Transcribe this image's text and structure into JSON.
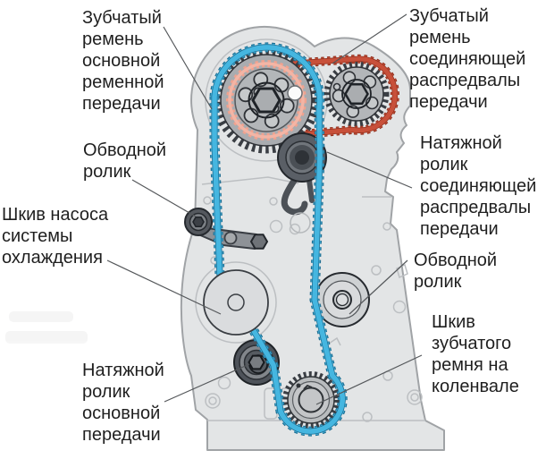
{
  "diagram": {
    "background": "#ffffff",
    "labels": [
      {
        "id": "main-belt",
        "text": "Зубчатый\nремень\nосновной\nременной\nпередачи"
      },
      {
        "id": "cam-belt",
        "text": "Зубчатый\nремень\nсоединяющей\nраспредвалы\nпередачи"
      },
      {
        "id": "idler-left",
        "text": "Обводной\nролик"
      },
      {
        "id": "water-pump",
        "text": "Шкив насоса\nсистемы\nохлаждения"
      },
      {
        "id": "cam-belt-tensioner",
        "text": "Натяжной\nролик\nсоединяющей\nраспредвалы\nпередачи"
      },
      {
        "id": "idler-right",
        "text": "Обводной\nролик"
      },
      {
        "id": "main-belt-tensioner",
        "text": "Натяжной\nролик\nосновной\nпередачи"
      },
      {
        "id": "crank-sprocket",
        "text": "Шкив\nзубчатого\nремня на\nколенвале"
      }
    ],
    "colors": {
      "main_belt": "#45b6e0",
      "main_belt_edge": "#1f6e92",
      "cam_belt": "#c8503a",
      "cam_belt_edge": "#8e2f1d",
      "cam_belt_back": "#f0a28f",
      "engine_block": "#e3e5e6",
      "outline": "#a0a3a6",
      "label_ink": "#1f1f1f"
    }
  }
}
